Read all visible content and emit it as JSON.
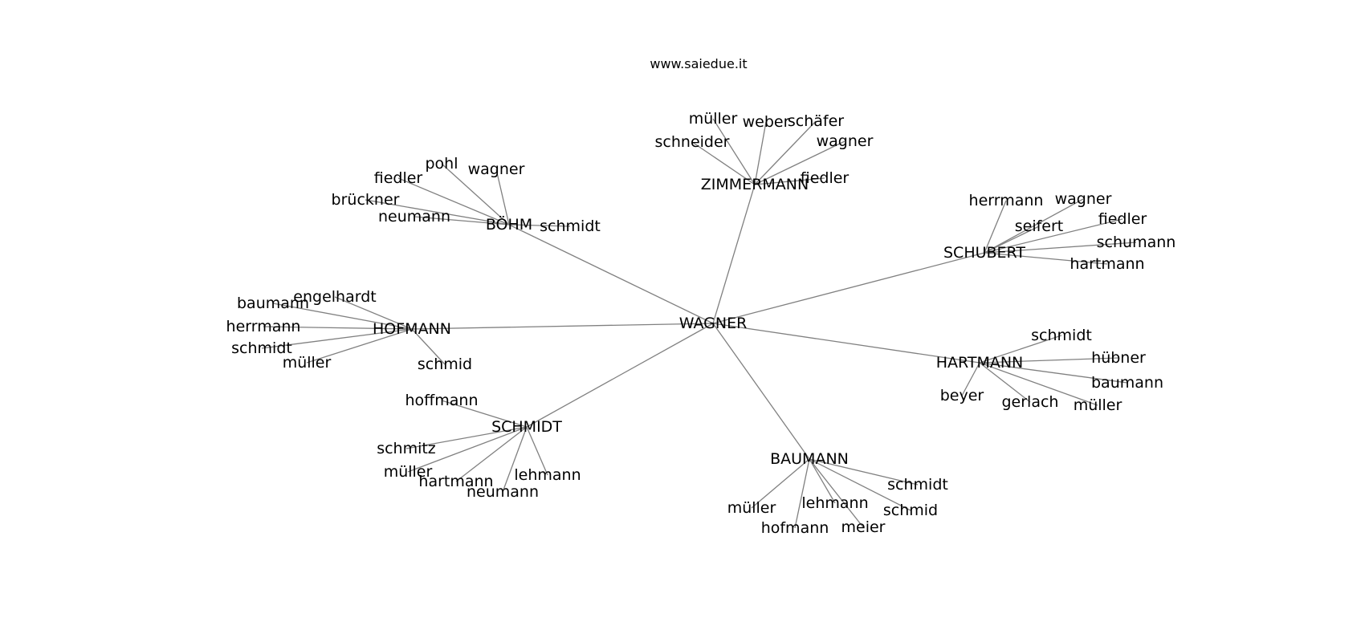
{
  "source": "www.saiedue.it",
  "colors": {
    "edge": "#808080",
    "text": "#000000",
    "background": "#ffffff"
  },
  "graph": {
    "root": "WAGNER",
    "clusters": [
      {
        "name": "ZIMMERMANN",
        "leaves": [
          "müller",
          "weber",
          "schäfer",
          "schneider",
          "wagner",
          "fiedler"
        ]
      },
      {
        "name": "BÖHM",
        "leaves": [
          "pohl",
          "wagner",
          "fiedler",
          "brückner",
          "neumann",
          "schmidt"
        ]
      },
      {
        "name": "SCHUBERT",
        "leaves": [
          "herrmann",
          "wagner",
          "seifert",
          "fiedler",
          "schumann",
          "hartmann"
        ]
      },
      {
        "name": "HOFMANN",
        "leaves": [
          "engelhardt",
          "baumann",
          "herrmann",
          "schmidt",
          "müller",
          "schmid"
        ]
      },
      {
        "name": "HARTMANN",
        "leaves": [
          "schmidt",
          "hübner",
          "baumann",
          "beyer",
          "gerlach",
          "müller"
        ]
      },
      {
        "name": "SCHMIDT",
        "leaves": [
          "hoffmann",
          "schmitz",
          "müller",
          "hartmann",
          "neumann",
          "lehmann"
        ]
      },
      {
        "name": "BAUMANN",
        "leaves": [
          "schmidt",
          "lehmann",
          "schmid",
          "müller",
          "hofmann",
          "meier"
        ]
      }
    ]
  }
}
